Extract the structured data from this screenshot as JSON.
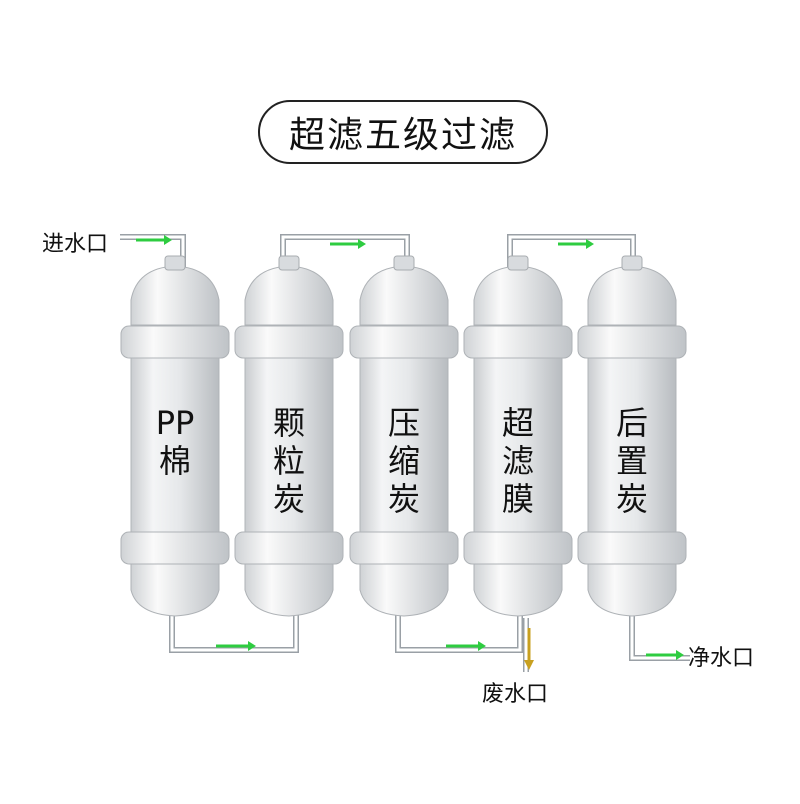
{
  "title": "超滤五级过滤",
  "inlet_label": "进水口",
  "outlet_label": "净水口",
  "waste_label": "废水口",
  "stages": [
    {
      "name": "PP棉"
    },
    {
      "name": "颗粒炭"
    },
    {
      "name": "压缩炭"
    },
    {
      "name": "超滤膜"
    },
    {
      "name": "后置炭"
    }
  ],
  "colors": {
    "arrow": "#2ecc40",
    "waste_arrow": "#c8a020",
    "pipe": "#9aa0a6",
    "filter_body": "#e4e6e8"
  }
}
